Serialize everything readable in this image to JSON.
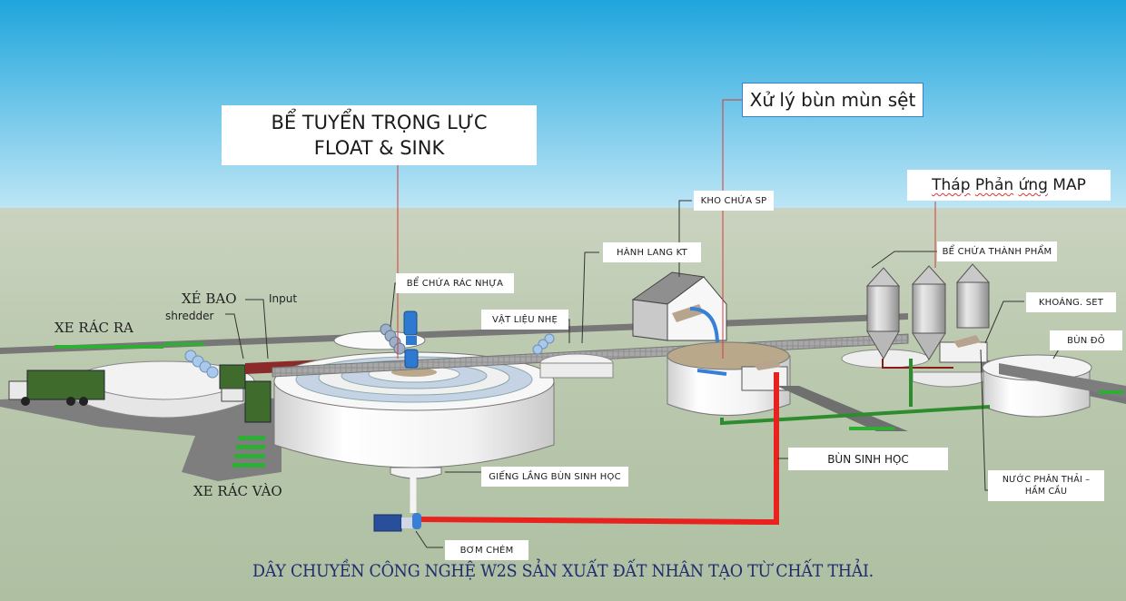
{
  "diagram": {
    "title": "DÂY CHUYỀN CÔNG NGHỆ  W2S SẢN XUẤT ĐẤT NHÂN TẠO TỪ CHẤT THẢI.",
    "colors": {
      "sky_top": "#1fa5dc",
      "sky_bottom": "#bde6f6",
      "ground": "#b5c4a8",
      "ground_far": "#cad3c0",
      "title_text": "#1f2d6e",
      "sludge_pipe": "#e8231f",
      "water_pipe": "#2e8b2e",
      "blue_pipe": "#3a7fd6"
    },
    "callouts": {
      "gravity_tank_line1": "BỂ TUYỂN TRỌNG LỰC",
      "gravity_tank_line2": "FLOAT & SINK",
      "sludge_processing": "Xử lý bùn mùn sệt",
      "map_tower_word1": "Tháp",
      "map_tower_word2": "Phản",
      "map_tower_word3": "ứng",
      "map_tower_word4": "MAP"
    },
    "labels": {
      "kho_chua_sp": "KHO CHỨA SP",
      "hanh_lang_kt": "HÀNH LANG KT",
      "be_chua_rac_nhua": "BỂ CHỨA RÁC NHỰA",
      "vat_lieu_nhe": "VẬT LIỆU NHẸ",
      "be_chua_thanh_pham": "BỂ CHỨA THÀNH PHẨM",
      "khoang_set": "KHOÁNG. SET",
      "bun_do": "BÙN ĐỎ",
      "bun_sinh_hoc": "BÙN SINH HỌC",
      "nuoc_phan_thai_1": "NƯỚC PHÂN THẢI –",
      "nuoc_phan_thai_2": "HẦM CẦU",
      "gieng_lang": "GIẾNG LẮNG BÙN SINH HỌC",
      "bom_chem": "BƠM CHÉM",
      "xe_bao": "XÉ BAO",
      "shredder": "shredder",
      "input": "Input",
      "xe_rac_ra": "XE RÁC RA",
      "xe_rac_vao": "XE RÁC VÀO"
    }
  }
}
